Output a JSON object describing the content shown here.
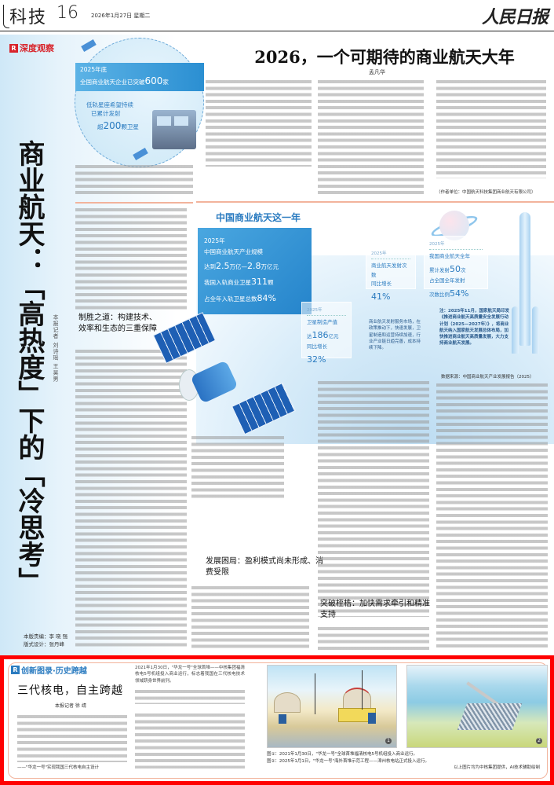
{
  "masthead": {
    "section": "科技",
    "page_number": "16",
    "date": "2026年1月27日 星期二",
    "logo": "人民日报"
  },
  "left_feature": {
    "tag": "深度观察",
    "tag_badge": "R",
    "graphic": {
      "band_line1": "2025年底",
      "band_line2_prefix": "全国商业航天企业已突破",
      "band_value": "600",
      "band_unit": "家",
      "sub_line1": "低轨星座希望持续",
      "sub_line2": "已累计发射",
      "sub_prefix": "超",
      "sub_value": "200",
      "sub_unit": "颗卫星"
    },
    "vertical_title": "商业航天：「高热度」下的「冷思考」",
    "reporters": "本报记者  刘诗瑶  王昊男",
    "credits_line1": "本版责编：李 晓 强",
    "credits_line2": "版式设计：张丹峰",
    "subhead": "制胜之道：构建技术、效率和生态的三重保障"
  },
  "main_article": {
    "headline": "2026，一个可期待的商业航天大年",
    "byline": "孟凡华",
    "author_unit": "（作者单位：中国航天科技集团商业航天有限公司）"
  },
  "infographic": {
    "title": "中国商业航天这一年",
    "main_box": {
      "year": "2025年",
      "line1": "中国商业航天产业规模",
      "line2_prefix": "达到",
      "range_low": "2.5",
      "range_mid": "万亿—",
      "range_high": "2.8",
      "range_unit": "万亿元",
      "line3_prefix": "我国入轨商业卫星",
      "satellites": "311",
      "line3_unit": "颗",
      "line4_prefix": "占全年入轨卫星总数",
      "share": "84%"
    },
    "cards": [
      {
        "year": "2025年",
        "line1": "商业航天发射次数",
        "prefix": "同比增长",
        "value": "41%",
        "unit": ""
      },
      {
        "year": "2025年",
        "line1": "我国商业航天全年",
        "prefix": "累计发射",
        "value": "50",
        "unit": "次",
        "line3": "占全国全年发射",
        "prefix2": "次数比例",
        "value2": "54%"
      },
      {
        "year": "2025年",
        "line1": "卫星制造产值",
        "prefix": "达",
        "value": "186",
        "unit": "亿元",
        "prefix2": "同比增长",
        "value2": "32%"
      }
    ],
    "note_center": "商业航天发射服务市场，在政策推动下，快速发展，卫星制造和运营持续加速，行业产业链日趋完善，成本持续下降。",
    "note_right": "注：2025年11月，国家航天局印发《推进商业航天高质量安全发展行动计划（2025—2027年）》，将商业航天纳入国家航天发展总体布局，加快推进商业航天高质量发展，大力支持商业航天发展。",
    "source": "数据来源：中国商业航天产业发展报告（2025）"
  },
  "subheads": {
    "development": "发展困局：盈利模式尚未形成、消费受限",
    "breakthrough": "突破桎梏：加快需求牵引和精准支持"
  },
  "bottom_feature": {
    "tag_badge": "R",
    "tag": "创新图录·历史跨越",
    "headline": "三代核电，自主跨越",
    "byline": "本报记者  徐 靖",
    "signature_line": "——\"华龙一号\"实现我国三代核电自主设计",
    "intro": "2021年1月30日，\"华龙一号\"全球首堆——中核集团福清核电5号机组投入商业运行，标志着我国在三代核电技术领域跻身世界前列。",
    "image_badges": [
      "1",
      "2"
    ],
    "caption_line1": "图①：2021年1月30日，\"华龙一号\"全球首堆福清核电5号机组投入商业运行。",
    "caption_line2": "图②：2025年1月1日，\"华龙一号\"海外首堆示范工程——漳州核电站正式投入运行。",
    "caption_credit": "以上图片均为中核集团提供，AI技术辅助绘制"
  }
}
